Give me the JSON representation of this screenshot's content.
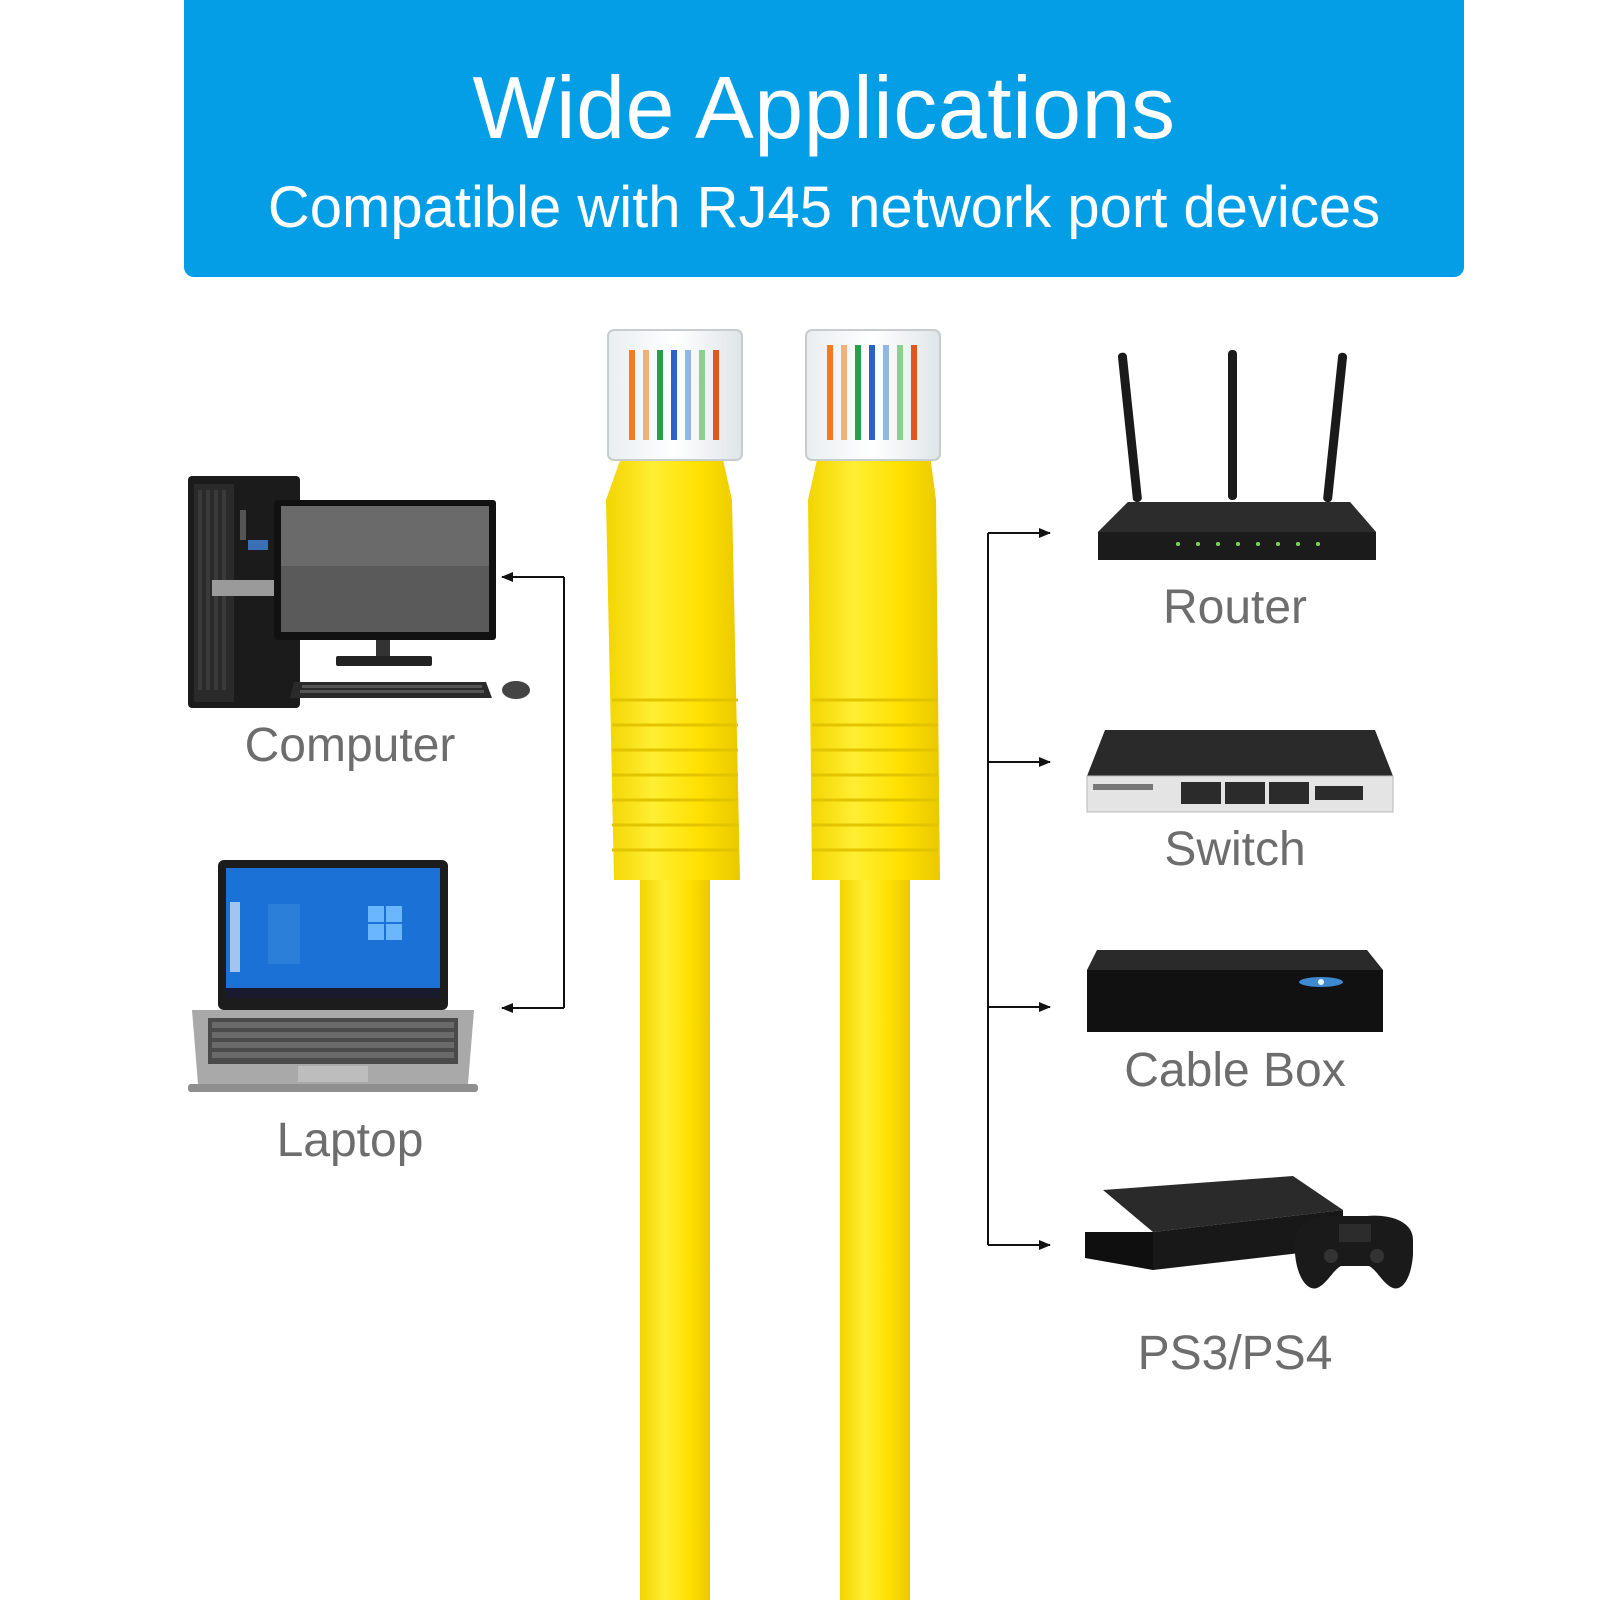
{
  "banner": {
    "title": "Wide Applications",
    "subtitle": "Compatible with RJ45 network port devices",
    "background_color": "#049ee6"
  },
  "cable": {
    "color": "#ffe400",
    "connector": "RJ45"
  },
  "left_devices": [
    {
      "label": "Computer",
      "icon": "desktop-computer-icon"
    },
    {
      "label": "Laptop",
      "icon": "laptop-icon"
    }
  ],
  "right_devices": [
    {
      "label": "Router",
      "icon": "router-icon"
    },
    {
      "label": "Switch",
      "icon": "network-switch-icon"
    },
    {
      "label": "Cable Box",
      "icon": "cable-box-icon"
    },
    {
      "label": "PS3/PS4",
      "icon": "game-console-icon"
    }
  ],
  "label_color": "#6d6d6d"
}
